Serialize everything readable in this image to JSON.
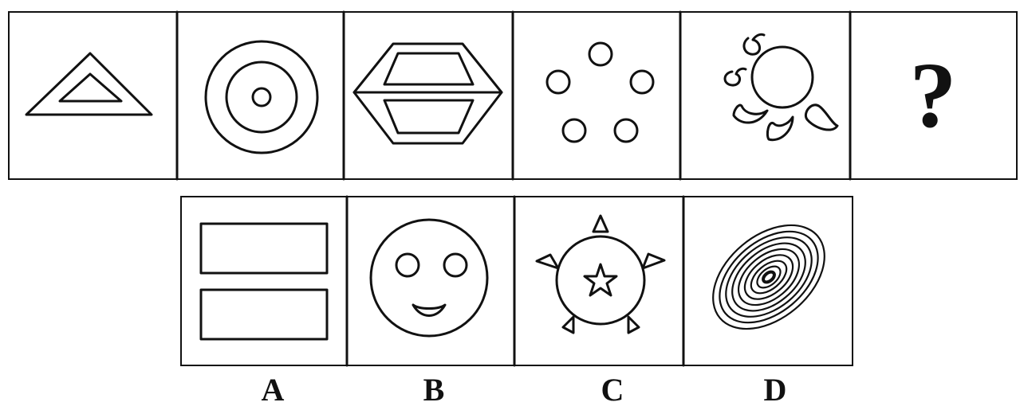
{
  "question_row": {
    "cells": [
      "triangle-in-triangle",
      "concentric-circles",
      "split-hexagon",
      "five-small-circles",
      "sun-with-swirls"
    ],
    "unknown_mark": "?"
  },
  "options": [
    {
      "letter": "A",
      "figure": "two-stacked-rectangles"
    },
    {
      "letter": "B",
      "figure": "smiley-face"
    },
    {
      "letter": "C",
      "figure": "circle-star-triangles"
    },
    {
      "letter": "D",
      "figure": "spiral-ellipses"
    }
  ],
  "colors": {
    "stroke": "#111111",
    "background": "#ffffff"
  }
}
